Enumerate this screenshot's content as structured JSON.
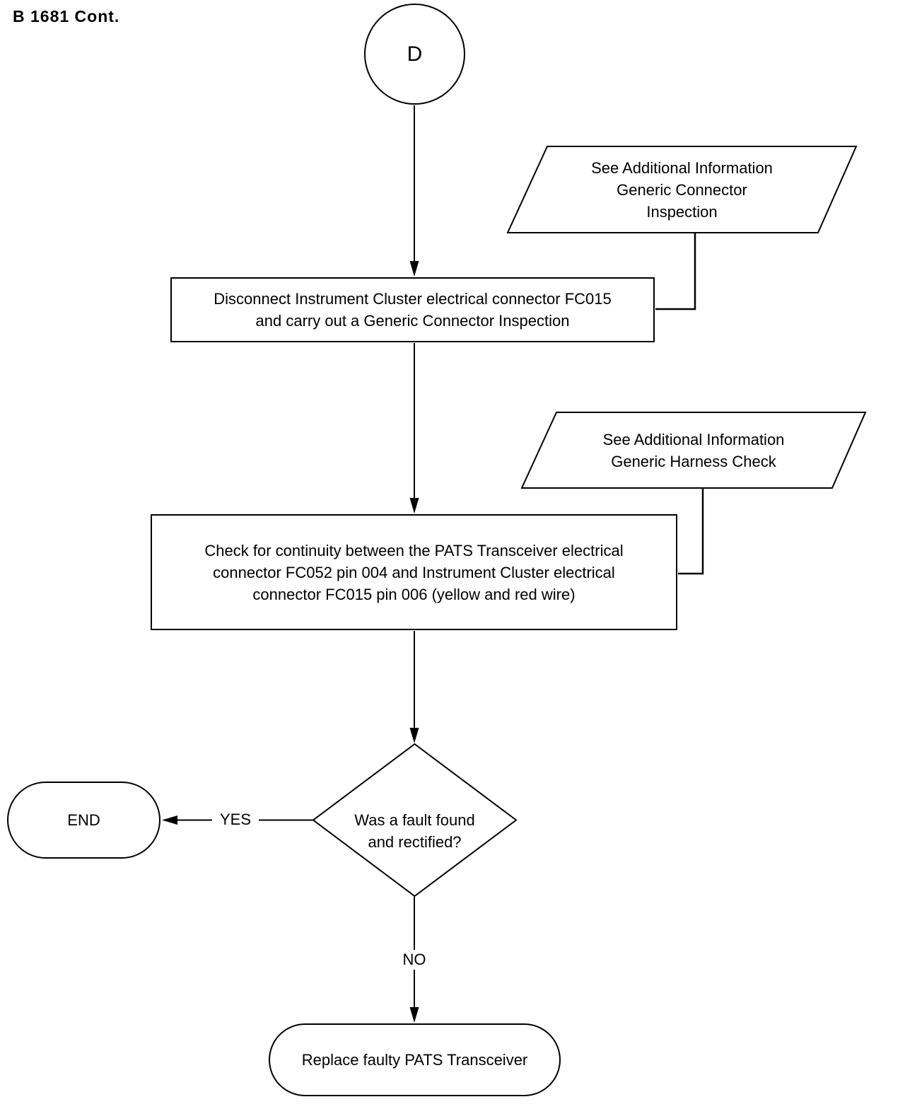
{
  "page": {
    "label": "B 1681 Cont."
  },
  "colors": {
    "line": "#000000",
    "background": "#ffffff"
  },
  "nodes": {
    "connector_d": {
      "type": "connector-circle",
      "label": "D"
    },
    "ref_connector_inspection": {
      "type": "reference-parallelogram",
      "lines": [
        "See Additional Information",
        "Generic Connector",
        "Inspection"
      ]
    },
    "disconnect_cluster": {
      "type": "process",
      "lines": [
        "Disconnect Instrument Cluster electrical connector FC015",
        "and carry out a Generic Connector Inspection"
      ]
    },
    "ref_harness_check": {
      "type": "reference-parallelogram",
      "lines": [
        "See Additional Information",
        "Generic Harness Check"
      ]
    },
    "check_continuity": {
      "type": "process",
      "lines": [
        "Check for continuity between the PATS Transceiver electrical",
        "connector FC052 pin 004 and Instrument Cluster electrical",
        "connector FC015 pin 006 (yellow and red wire)"
      ]
    },
    "fault_decision": {
      "type": "decision-diamond",
      "lines": [
        "Was a fault found",
        "and rectified?"
      ]
    },
    "end_terminator": {
      "type": "terminator",
      "label": "END"
    },
    "replace_transceiver": {
      "type": "terminator",
      "label": "Replace faulty PATS Transceiver"
    }
  },
  "edges": {
    "yes_label": "YES",
    "no_label": "NO"
  }
}
